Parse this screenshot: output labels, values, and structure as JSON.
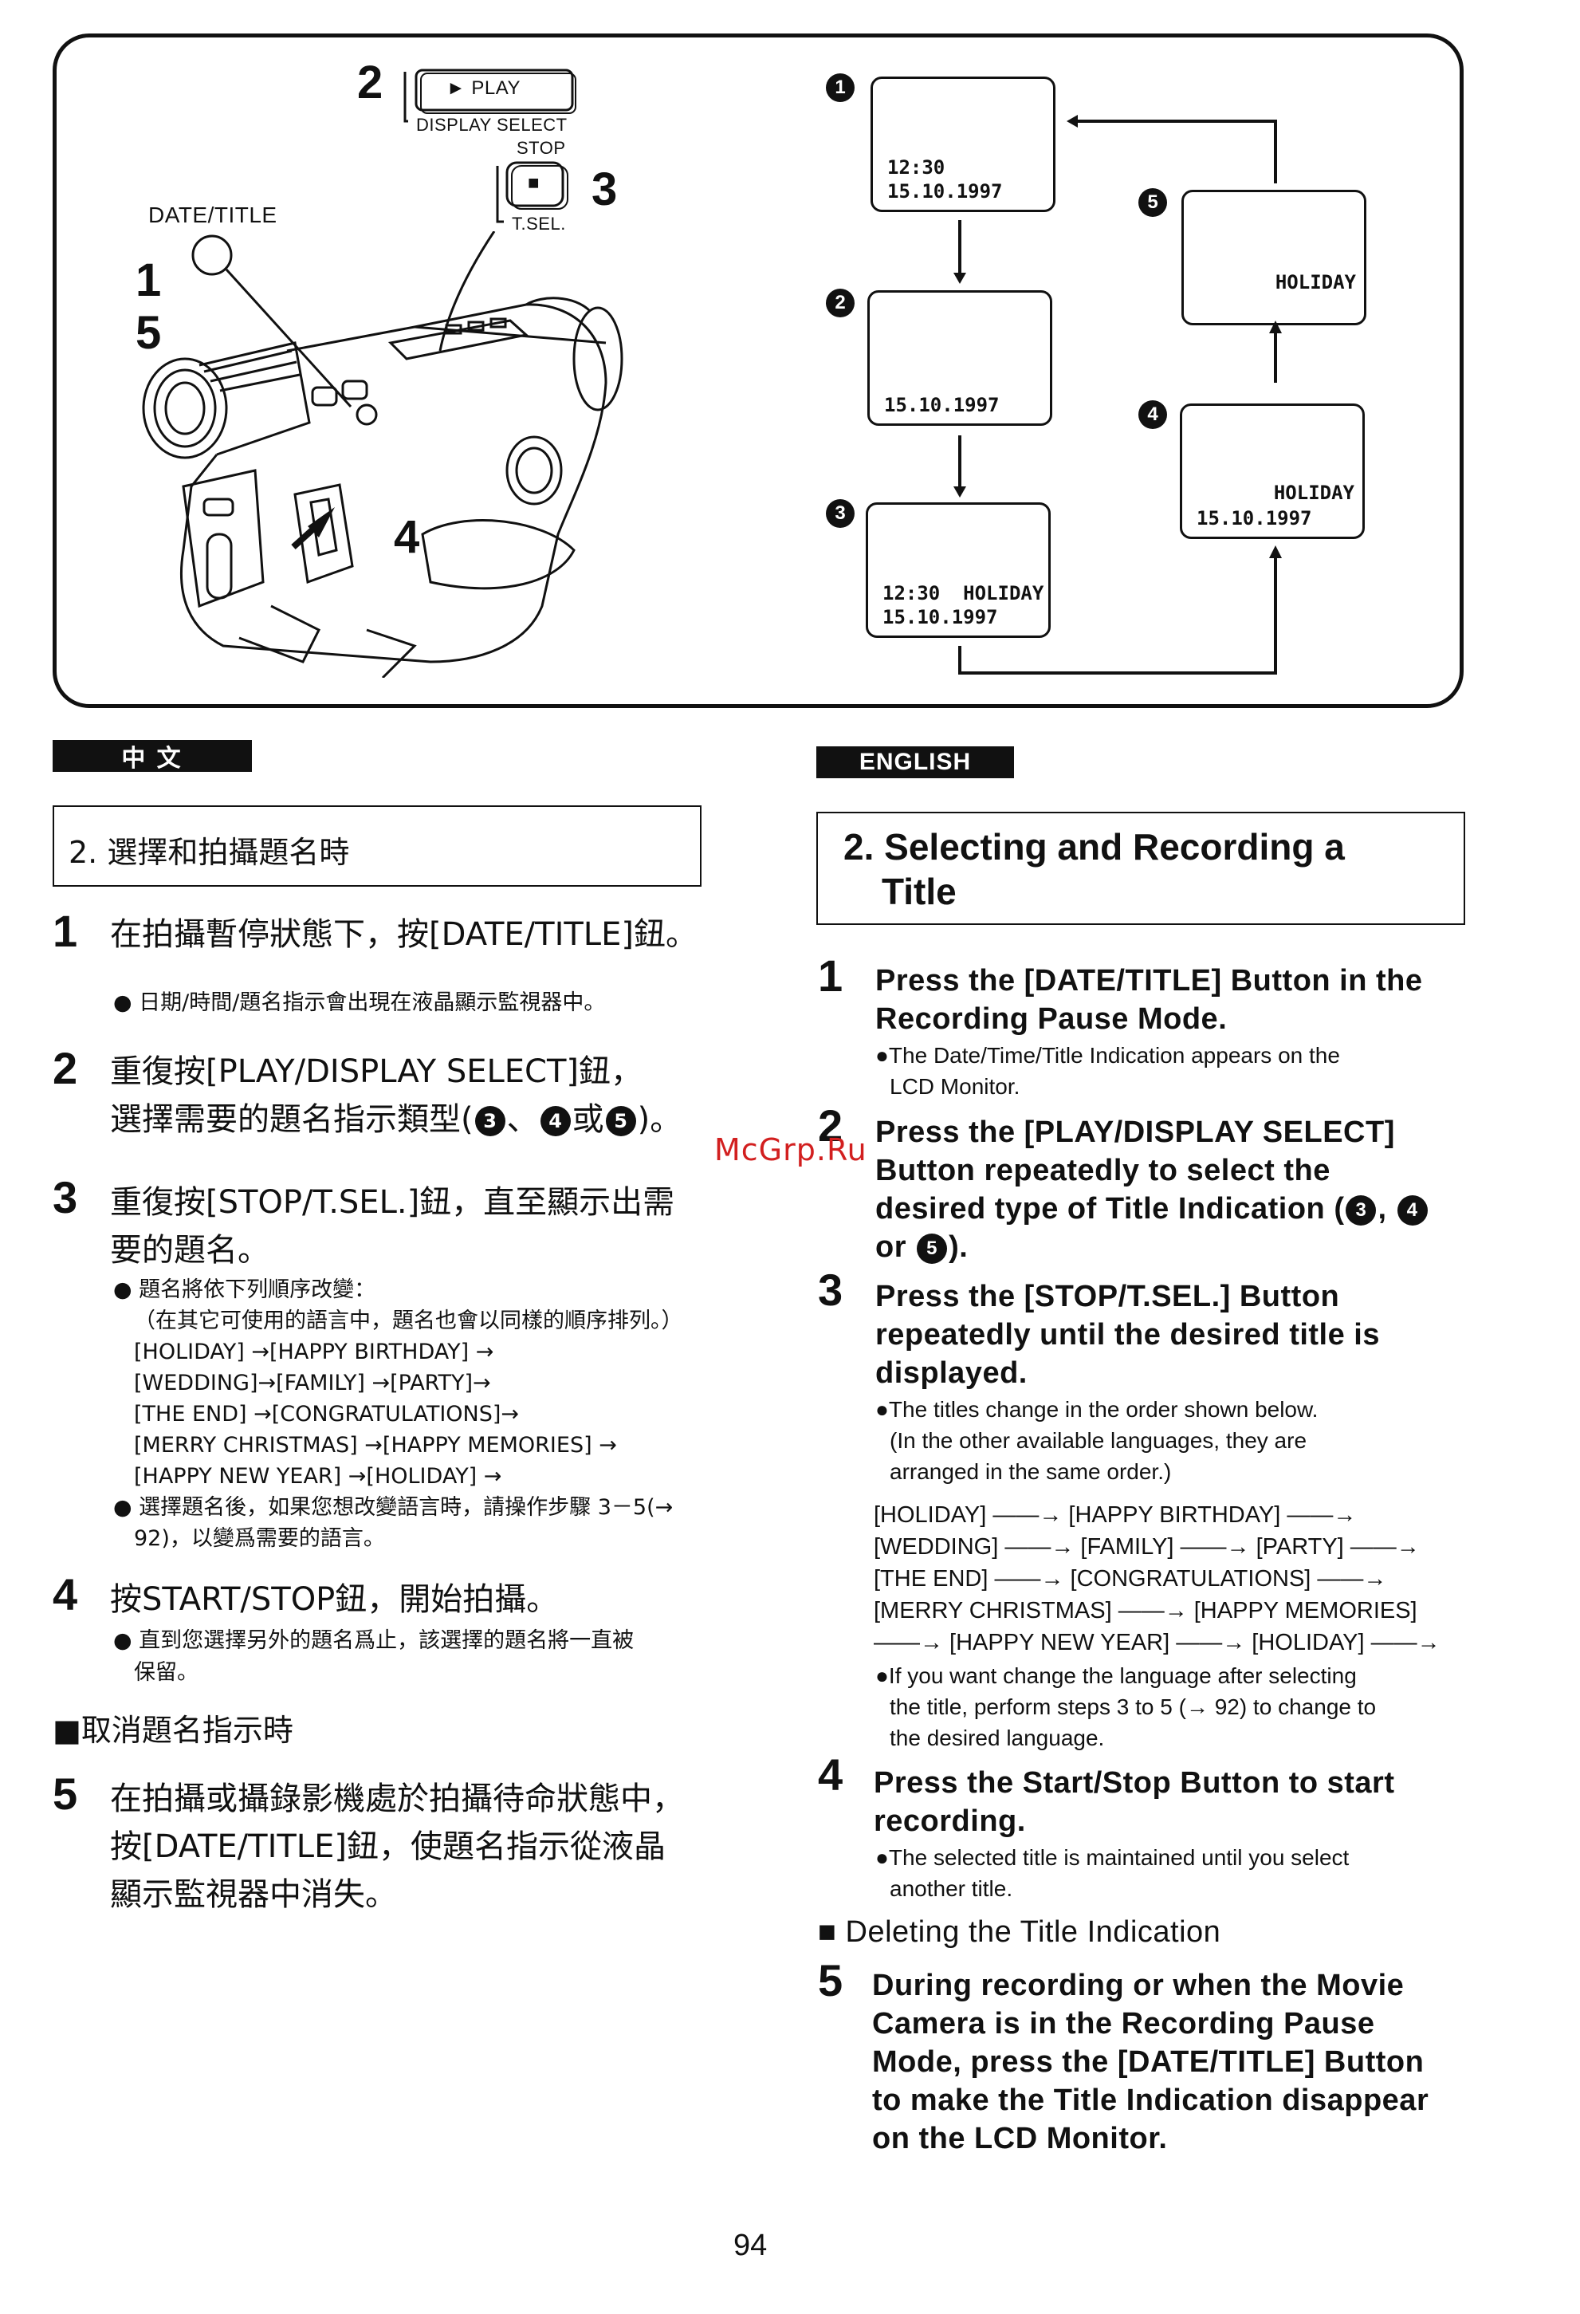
{
  "diagram": {
    "labels": {
      "play_button": "► PLAY",
      "display_select": "DISPLAY SELECT",
      "stop": "STOP",
      "stop_button": "■",
      "tsel": "T.SEL.",
      "date_title": "DATE/TITLE",
      "callout_2": "2",
      "callout_3": "3",
      "callout_1": "1",
      "callout_5": "5",
      "callout_4": "4"
    },
    "screens": [
      {
        "marker": "1",
        "lines": [
          "12:30",
          "15.10.1997"
        ]
      },
      {
        "marker": "2",
        "lines": [
          "15.10.1997"
        ]
      },
      {
        "marker": "3",
        "lines": [
          "12:30  HOLIDAY",
          "15.10.1997"
        ]
      },
      {
        "marker": "4",
        "lines": [
          "HOLIDAY",
          "15.10.1997"
        ]
      },
      {
        "marker": "5",
        "lines": [
          "HOLIDAY"
        ]
      }
    ]
  },
  "chinese": {
    "tab": "中  文",
    "heading": "2. 選擇和拍攝題名時",
    "step1": {
      "num": "1",
      "text": "在拍攝暫停狀態下，按[DATE/TITLE]鈕。",
      "note": "● 日期/時間/題名指示會出現在液晶顯示監視器中。"
    },
    "step2": {
      "num": "2",
      "line1": "重復按[PLAY/DISPLAY  SELECT]鈕，",
      "line2a": "選擇需要的題名指示類型(",
      "c3": "3",
      "sep1": "、",
      "c4": "4",
      "sep2": "或",
      "c5": "5",
      "line2b": ")。"
    },
    "step3": {
      "num": "3",
      "line1": "重復按[STOP/T.SEL.]鈕，直至顯示出需",
      "line2": "要的題名。",
      "notes": [
        "● 題名將依下列順序改變：",
        "（在其它可使用的語言中，題名也會以同樣的順序排列。）",
        "[HOLIDAY] →[HAPPY BIRTHDAY] →",
        "[WEDDING]→[FAMILY] →[PARTY]→",
        "[THE END] →[CONGRATULATIONS]→",
        "[MERRY CHRISTMAS] →[HAPPY MEMORIES] →",
        "[HAPPY NEW YEAR] →[HOLIDAY] →",
        "● 選擇題名後，如果您想改變語言時，請操作步驟 3－5(→",
        "92)，以變爲需要的語言。"
      ]
    },
    "step4": {
      "num": "4",
      "text": "按START/STOP鈕，開始拍攝。",
      "note1": "● 直到您選擇另外的題名爲止，該選擇的題名將一直被",
      "note2": "保留。"
    },
    "cancel_heading": "■取消題名指示時",
    "step5": {
      "num": "5",
      "line1": "在拍攝或攝錄影機處於拍攝待命狀態中，",
      "line2": "按[DATE/TITLE]鈕，使題名指示從液晶",
      "line3": "顯示監視器中消失。"
    }
  },
  "english": {
    "tab": "ENGLISH",
    "heading_line1": "2. Selecting and Recording a",
    "heading_line2": "Title",
    "step1": {
      "num": "1",
      "line1": "Press the [DATE/TITLE] Button in the",
      "line2": "Recording Pause Mode.",
      "note1": "●The Date/Time/Title Indication appears on the",
      "note2": "LCD Monitor."
    },
    "step2": {
      "num": "2",
      "line1": "Press the [PLAY/DISPLAY SELECT]",
      "line2": "Button repeatedly to select the",
      "line3a": "desired type of Title Indication (",
      "c3": "3",
      "sep": ", ",
      "c4": "4",
      "line4a": "or ",
      "c5": "5",
      "line4b": ")."
    },
    "step3": {
      "num": "3",
      "line1": "Press the [STOP/T.SEL.] Button",
      "line2": "repeatedly until the desired title is",
      "line3": "displayed.",
      "notes": [
        "●The titles change in the order shown below.",
        "(In the other available languages, they are",
        "arranged in the same order.)"
      ],
      "sequence": [
        "[HOLIDAY] ——→ [HAPPY BIRTHDAY] ——→",
        "[WEDDING] ——→ [FAMILY] ——→ [PARTY] ——→",
        "[THE END] ——→ [CONGRATULATIONS] ——→",
        "[MERRY CHRISTMAS] ——→ [HAPPY MEMORIES]",
        "——→ [HAPPY NEW YEAR] ——→ [HOLIDAY] ——→"
      ],
      "notes2": [
        "●If you want change the language after selecting",
        "the title, perform steps 3 to 5 (→ 92) to change to",
        "the desired language."
      ]
    },
    "step4": {
      "num": "4",
      "line1": "Press the Start/Stop Button to start",
      "line2": "recording.",
      "note1": "●The selected title is maintained until you select",
      "note2": "another title."
    },
    "delete_heading": "■  Deleting the Title Indication",
    "step5": {
      "num": "5",
      "lines": [
        "During recording or when the Movie",
        "Camera is in the Recording Pause",
        "Mode, press the [DATE/TITLE] Button",
        "to make the Title Indication disappear",
        "on the LCD Monitor."
      ]
    }
  },
  "watermark": "McGrp.Ru",
  "page_number": "94"
}
